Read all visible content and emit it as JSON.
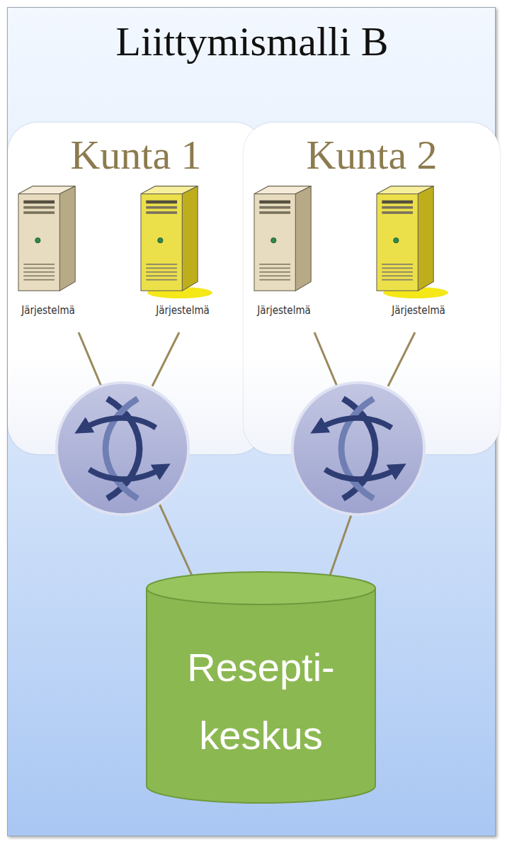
{
  "diagram": {
    "title": "Liittymismalli B",
    "nodes": [
      {
        "text": [
          "Kunta 1"
        ]
      },
      {
        "text": [
          "Järjestelmä"
        ],
        "in": 0
      },
      {
        "text": [
          "Järjestelmä"
        ],
        "in": 0
      },
      {
        "text": [
          "Kunta 2"
        ]
      },
      {
        "text": [
          "Järjestelmä"
        ],
        "in": 3
      },
      {
        "text": [
          "Järjestelmä"
        ],
        "in": 3
      },
      {
        "text": [
          "Resepti- keskus"
        ]
      }
    ],
    "edges": [
      {
        "from": 0,
        "to": 6,
        "arrow": "none"
      },
      {
        "from": 3,
        "to": 6,
        "arrow": "none"
      }
    ]
  }
}
